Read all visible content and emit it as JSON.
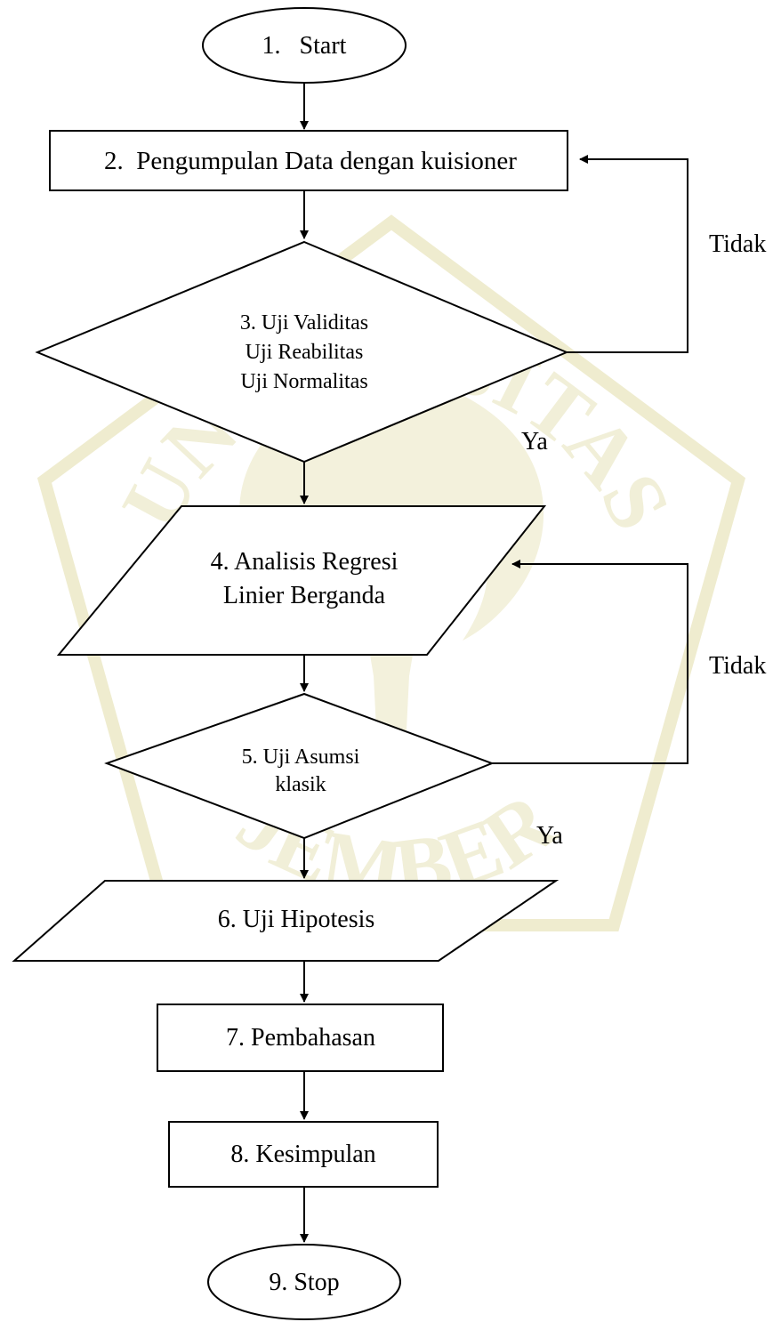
{
  "diagram": {
    "watermark": {
      "top_text": "UNIVERSITAS",
      "bottom_text": "JEMBER",
      "color": "#f1efd8"
    },
    "nodes": {
      "start": {
        "label": "1.   Start",
        "shape": "terminator"
      },
      "collect": {
        "label": "2.  Pengumpulan Data dengan kuisioner",
        "shape": "process"
      },
      "tests": {
        "shape": "decision",
        "lines": [
          "3. Uji Validitas",
          "Uji Reabilitas",
          "Uji Normalitas"
        ]
      },
      "regression": {
        "shape": "data",
        "lines": [
          "4. Analisis Regresi",
          "Linier Berganda"
        ]
      },
      "assumption": {
        "shape": "decision",
        "lines": [
          "5. Uji Asumsi",
          "klasik"
        ]
      },
      "hypothesis": {
        "label": "6. Uji Hipotesis",
        "shape": "data"
      },
      "discussion": {
        "label": "7. Pembahasan",
        "shape": "process"
      },
      "conclusion": {
        "label": "8. Kesimpulan",
        "shape": "process"
      },
      "stop": {
        "label": "9. Stop",
        "shape": "terminator"
      }
    },
    "edge_labels": {
      "tidak_1": "Tidak",
      "ya_1": "Ya",
      "tidak_2": "Tidak",
      "ya_2": "Ya"
    },
    "colors": {
      "stroke": "#000000",
      "fill": "#ffffff",
      "text": "#000000"
    }
  }
}
